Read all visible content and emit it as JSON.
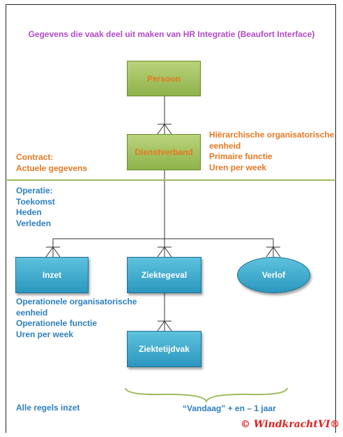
{
  "title": "Gegevens die vaak deel uit maken van HR Integratie (Beaufort Interface)",
  "entities": {
    "persoon": "Persoon",
    "dienstverband": "Dienstverband",
    "inzet": "Inzet",
    "ziektegeval": "Ziektegeval",
    "verlof": "Verlof",
    "ziektetijdvak": "Ziektetijdvak"
  },
  "notes": {
    "dienstverband_right": [
      "Hiërarchische organisatorische",
      "eenheid",
      "Primaire functie",
      "Uren per week"
    ],
    "contract": [
      "Contract:",
      "Actuele gegevens"
    ],
    "operatie": [
      "Operatie:",
      "Toekomst",
      "Heden",
      "Verleden"
    ],
    "inzet_below": [
      "Operationele organisatorische",
      "eenheid",
      "Operationele functie",
      "Uren per week"
    ],
    "alle_regels": "Alle regels inzet",
    "vandaag": "“Vandaag” + en – 1 jaar"
  },
  "copyright": "© WindkrachtVI®",
  "colors": {
    "title": "#b14bc9",
    "orange": "#e67822",
    "blue_text": "#2b7fc1",
    "green_box": "#9bbb59",
    "blue_box": "#31a0c8",
    "divider": "#9bbb59",
    "copyright": "#e02020"
  }
}
